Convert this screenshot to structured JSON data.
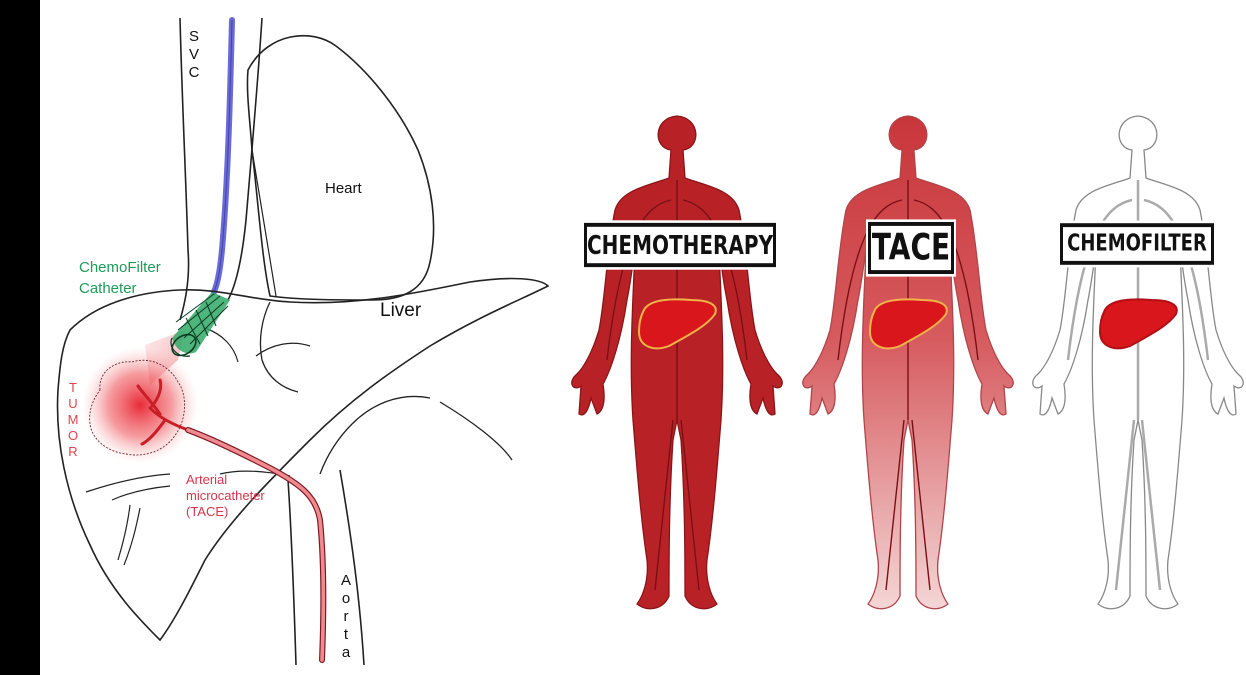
{
  "diagram": {
    "labels": {
      "svc": "SVC",
      "heart": "Heart",
      "liver": "Liver",
      "chemofilter_catheter": "ChemoFilter\nCatheter",
      "tumor": "TUMOR",
      "arterial": "Arterial\nmicrocatheter\n(TACE)",
      "aorta": "Aorta"
    },
    "colors": {
      "catheter_green": "#1f9a5b",
      "microcatheter_red": "#d9344a",
      "svc_blue": "#6a6ad8",
      "tumor_red": "#e8303a"
    }
  },
  "figures": [
    {
      "tag": "CHEMOTHERAPY",
      "body_color": "#b82226",
      "style": "solid"
    },
    {
      "tag": "TACE",
      "body_color": "#c8363a",
      "style": "gradient"
    },
    {
      "tag": "CHEMOFILTER",
      "body_color": "#ffffff",
      "style": "outline"
    }
  ],
  "colors": {
    "liver": "#d8161c",
    "text": "#111111"
  }
}
